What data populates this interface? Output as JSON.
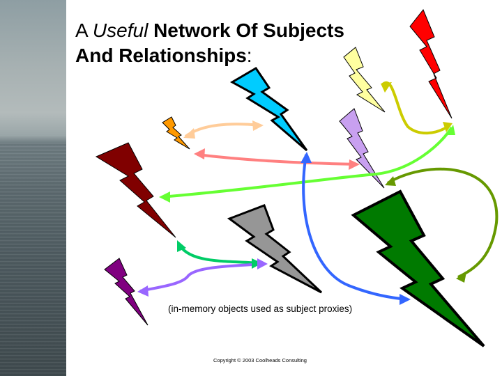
{
  "title": {
    "part1": "A ",
    "part2_italic": "Useful",
    "part3_bold": " Network Of Subjects",
    "line2_bold": "And Relationships",
    "line2_tail": ":"
  },
  "caption": "(in-memory objects used as subject proxies)",
  "footer": "Copyright © 2003 Coolheads Consulting",
  "colors": {
    "bolt_red": "#ff0000",
    "bolt_cream": "#ffffa0",
    "bolt_cyan": "#00ccff",
    "bolt_orange": "#ff9900",
    "bolt_lavender": "#c8a0f0",
    "bolt_maroon": "#800000",
    "bolt_green": "#007a00",
    "bolt_gray": "#969696",
    "bolt_purple": "#800080",
    "arrow_peach": "#ffcc99",
    "arrow_salmon": "#ff8080",
    "arrow_yellow_olive": "#cccc00",
    "arrow_lime": "#66ff33",
    "arrow_olive": "#669900",
    "arrow_blue": "#3366ff",
    "arrow_teal_green": "#00cc66",
    "arrow_violet": "#9966ff"
  }
}
